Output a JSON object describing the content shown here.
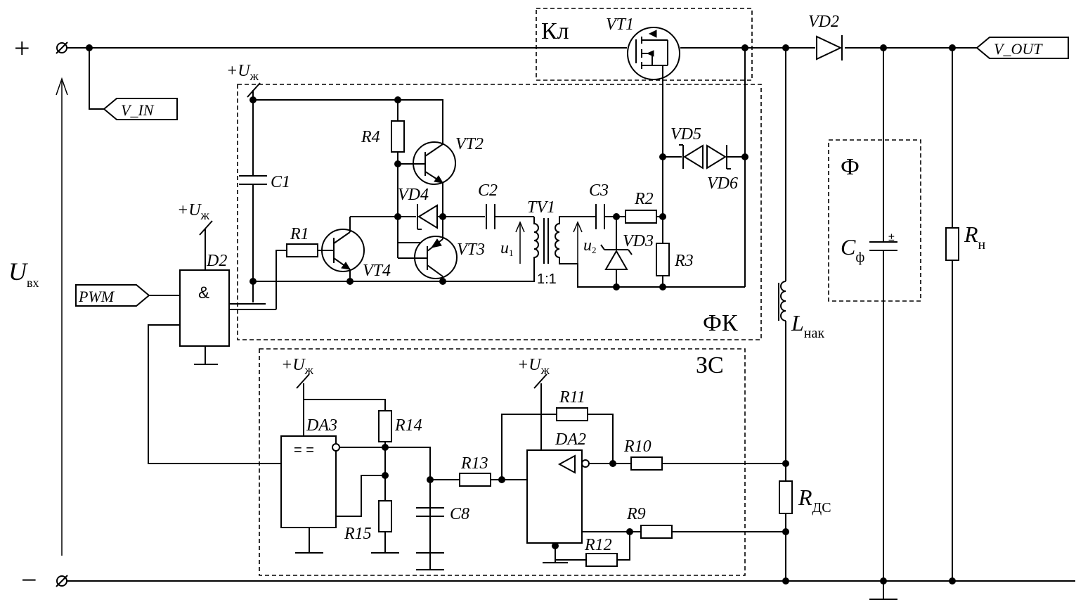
{
  "terminals": {
    "plus": "+",
    "minus": "−",
    "uin_main": "U",
    "uin_sub": "вх"
  },
  "net_tags": {
    "v_in": "V_IN",
    "v_out": "V_OUT",
    "pwm": "PWM"
  },
  "blocks": {
    "kl": "Кл",
    "fk": "ФК",
    "zs": "ЗС",
    "f": "Ф"
  },
  "supply": {
    "main": "+U",
    "sub": "ж"
  },
  "transformer": {
    "name": "TV1",
    "ratio": "1:1",
    "u1_main": "u",
    "u1_sub": "1",
    "u2_main": "u",
    "u2_sub": "2"
  },
  "gate": {
    "name": "D2",
    "symbol": "&"
  },
  "opamps": {
    "da3": "DA3",
    "da3_symbol": "= =",
    "da2": "DA2"
  },
  "transistors": {
    "vt1": "VT1",
    "vt2": "VT2",
    "vt3": "VT3",
    "vt4": "VT4"
  },
  "diodes": {
    "vd2": "VD2",
    "vd3": "VD3",
    "vd4": "VD4",
    "vd5": "VD5",
    "vd6": "VD6"
  },
  "resistors": {
    "r1": "R1",
    "r2": "R2",
    "r3": "R3",
    "r4": "R4",
    "r9": "R9",
    "r10": "R10",
    "r11": "R11",
    "r12": "R12",
    "r13": "R13",
    "r14": "R14",
    "r15": "R15",
    "rn_main": "R",
    "rn_sub": "н",
    "rds_main": "R",
    "rds_sub": "ДС"
  },
  "capacitors": {
    "c1": "C1",
    "c2": "C2",
    "c3": "C3",
    "c8": "C8",
    "cf_main": "C",
    "cf_sub": "ф",
    "cf_polarity": "±"
  },
  "inductor": {
    "main": "L",
    "sub": "нак"
  }
}
